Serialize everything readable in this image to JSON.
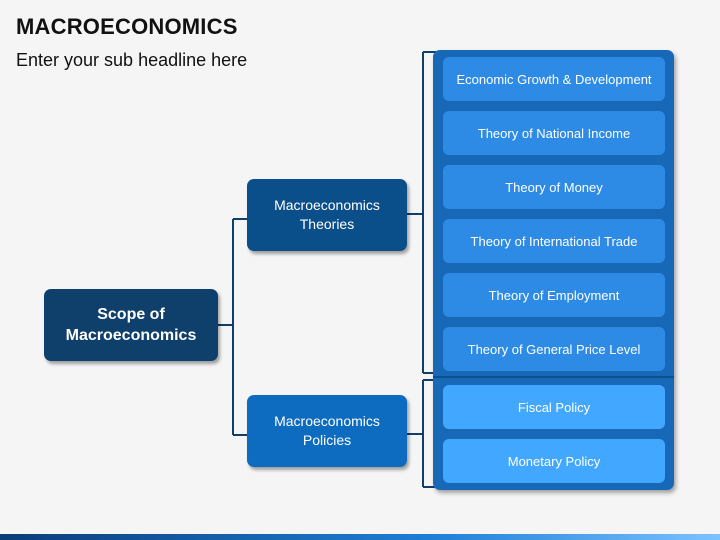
{
  "header": {
    "title": "MACROECONOMICS",
    "subtitle": "Enter your sub headline here"
  },
  "diagram": {
    "root": {
      "line1": "Scope of",
      "line2": "Macroeconomics"
    },
    "branches": [
      {
        "line1": "Macroeconomics",
        "line2": "Theories",
        "items": [
          "Economic Growth & Development",
          "Theory of National Income",
          "Theory of Money",
          "Theory of International Trade",
          "Theory of Employment",
          "Theory of General Price Level"
        ]
      },
      {
        "line1": "Macroeconomics",
        "line2": "Policies",
        "items": [
          "Fiscal Policy",
          "Monetary Policy"
        ]
      }
    ]
  },
  "colors": {
    "root": "#0f3f6b",
    "theories": "#0b4f8a",
    "policies": "#0d6cc0",
    "panel": "#1769b8",
    "theory_item": "#2d8be6",
    "policy_item": "#42a8ff",
    "connector": "#0f3f6b"
  }
}
